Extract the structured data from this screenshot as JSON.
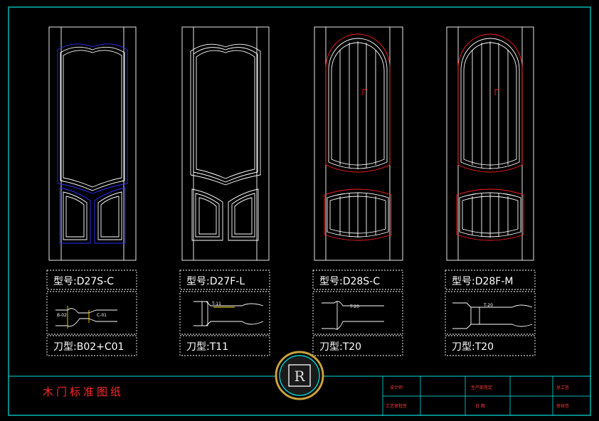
{
  "doors": [
    {
      "model": "型号:D27S-C",
      "blade": "刀型:B02+C01",
      "tags": [
        "B-02",
        "C-01"
      ]
    },
    {
      "model": "型号:D27F-L",
      "blade": "刀型:T11",
      "tags": [
        "T-11"
      ]
    },
    {
      "model": "型号:D28S-C",
      "blade": "刀型:T20",
      "tags": [
        "T-20"
      ]
    },
    {
      "model": "型号:D28F-M",
      "blade": "刀型:T20",
      "tags": [
        "T-20"
      ]
    }
  ],
  "title_block": {
    "drawing_title": "木门标准图纸",
    "cells": [
      "设计师",
      "工艺审批签",
      "生产部签定",
      "日 期",
      "总工签",
      "审核签"
    ]
  },
  "colors": {
    "frame": "#00b4b4",
    "panel_red": "#ff2020",
    "panel_blue": "#3030ff",
    "title_red": "#ff2a2a",
    "label_yellow": "#ffd800"
  }
}
